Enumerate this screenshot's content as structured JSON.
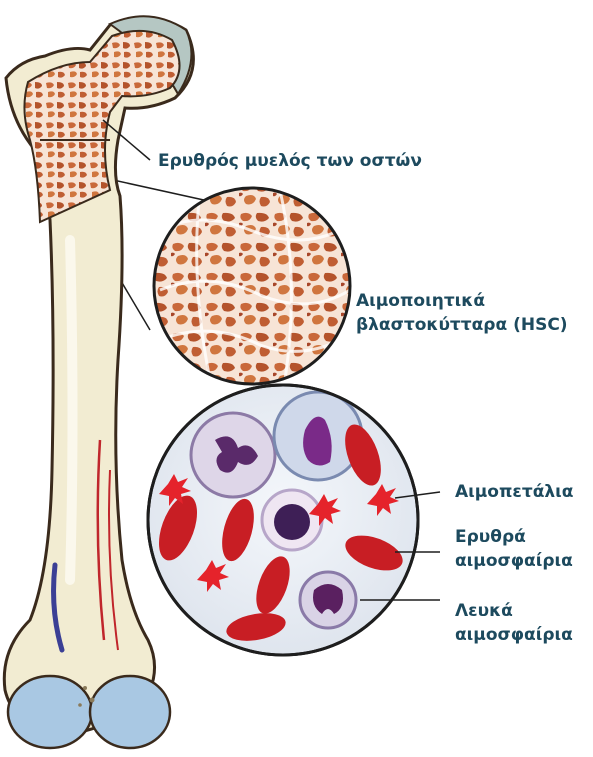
{
  "labels": {
    "bone_marrow": "Ερυθρός μυελός των οστών",
    "hsc_line1": "Αιμοποιητικά",
    "hsc_line2": "βλαστοκύτταρα (HSC)",
    "platelets": "Αιμοπετάλια",
    "rbc_line1": "Ερυθρά",
    "rbc_line2": "αιμοσφαίρια",
    "wbc_line1": "Λευκά",
    "wbc_line2": "αιμοσφαίρια"
  },
  "colors": {
    "label_text": "#1d4a5e",
    "bone_fill": "#f2ecd2",
    "bone_outline": "#3a2a1c",
    "cartilage": "#a9c8e3",
    "cap_gray": "#b5c7c3",
    "spongy_bg": "#f6e3d4",
    "spongy_web": "#c9683a",
    "red_cell": "#c81e24",
    "platelet": "#e5232b",
    "vessel_red": "#c0262c",
    "vessel_blue": "#3b3f95",
    "nucleus": "#5a2a6a",
    "cell_bg": "#e8edf5"
  },
  "icons": {
    "bone": "long-bone-femur",
    "marrow": "spongy-bone-texture",
    "blood": "blood-cells-circle"
  }
}
